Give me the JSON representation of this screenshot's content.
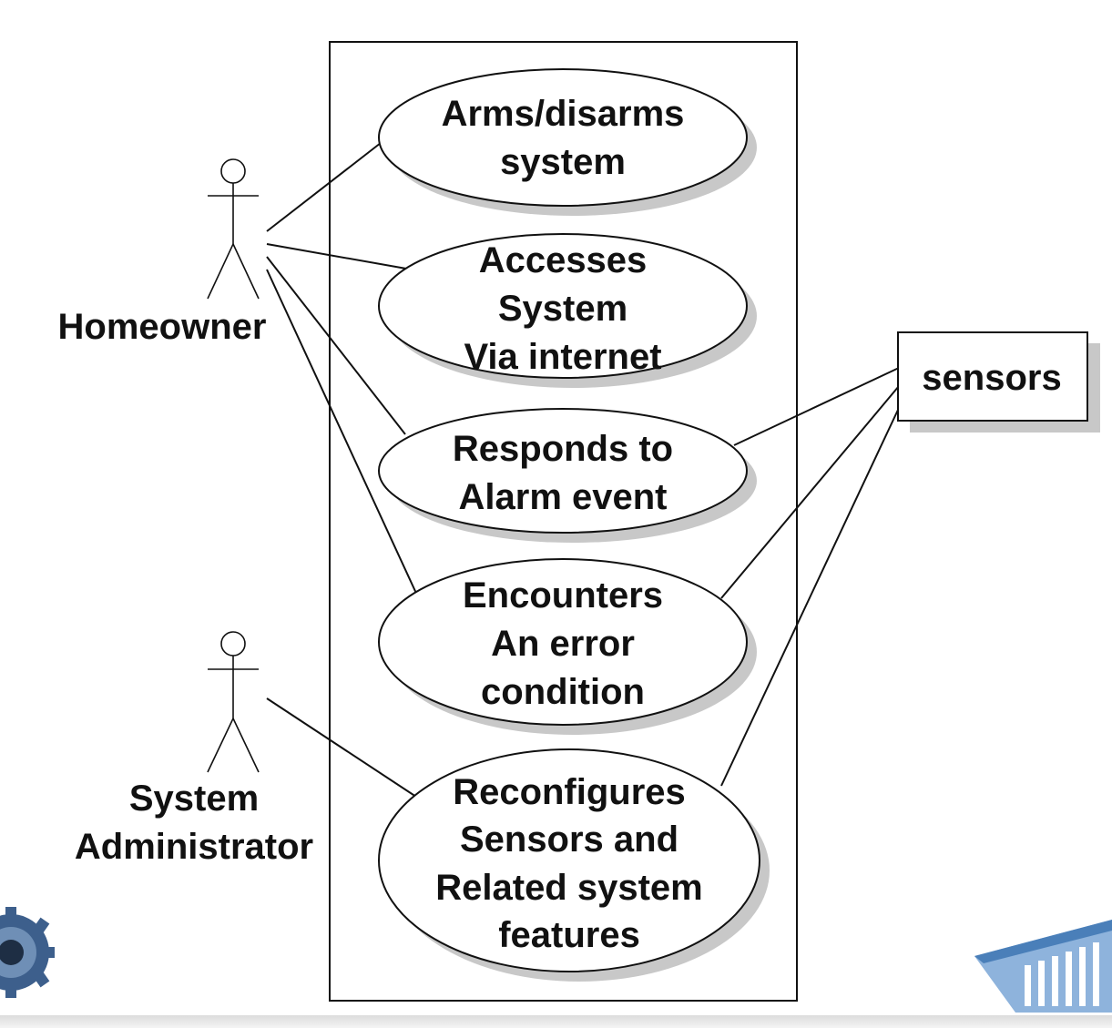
{
  "actors": {
    "homeowner": [
      "Homeowner"
    ],
    "system_administrator": [
      "System",
      "Administrator"
    ]
  },
  "use_cases": [
    {
      "id": "arms",
      "lines": [
        "Arms/disarms",
        "system"
      ]
    },
    {
      "id": "accesses",
      "lines": [
        "Accesses",
        "System",
        "Via internet"
      ]
    },
    {
      "id": "responds",
      "lines": [
        "Responds to",
        "Alarm event"
      ]
    },
    {
      "id": "encounters",
      "lines": [
        "Encounters",
        "An error",
        "condition"
      ]
    },
    {
      "id": "reconfigures",
      "lines": [
        "Reconfigures",
        "Sensors and",
        "Related system",
        "features"
      ]
    }
  ],
  "external": {
    "sensors": "sensors"
  },
  "decorations": {
    "left": "gear-logo-icon",
    "right": "building-logo-icon"
  }
}
